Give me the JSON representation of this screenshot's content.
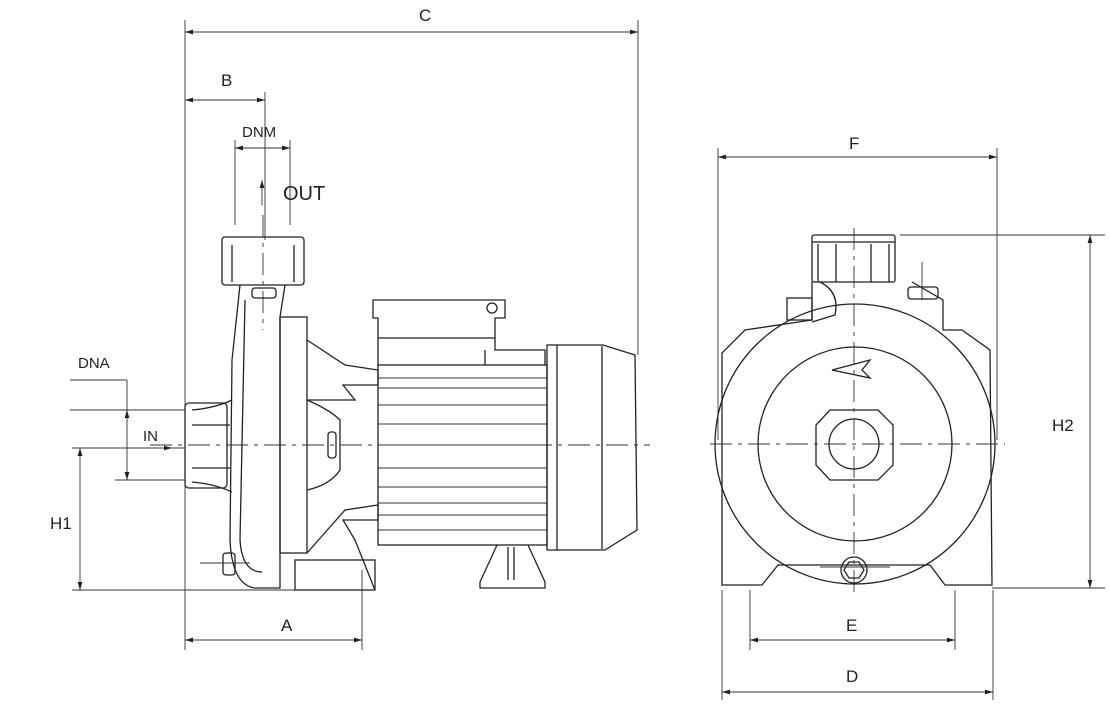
{
  "title": "Centrifugal pump dimension drawing",
  "side_view": {
    "labels": {
      "C": "C",
      "B": "B",
      "DNM": "DNM",
      "OUT": "OUT",
      "DNA": "DNA",
      "IN": "IN",
      "H1": "H1",
      "A": "A"
    }
  },
  "front_view": {
    "labels": {
      "F": "F",
      "H2": "H2",
      "E": "E",
      "D": "D"
    }
  },
  "colors": {
    "line": "#222222",
    "background": "#ffffff"
  }
}
